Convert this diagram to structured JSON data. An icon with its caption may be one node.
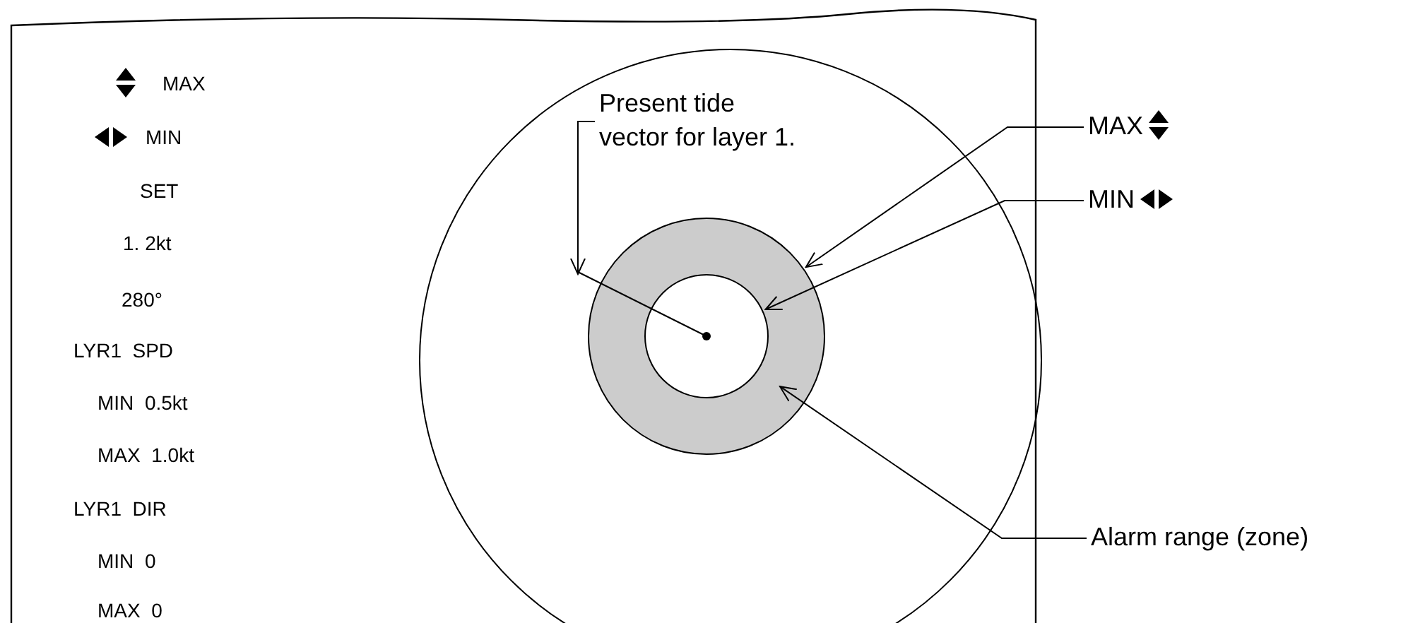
{
  "diagram": {
    "nodes": [
      {
        "text": [
          "Present tide vector for layer 1."
        ]
      },
      {
        "text": [
          "MAX"
        ]
      },
      {
        "text": [
          "MIN"
        ]
      },
      {
        "text": [
          "Alarm range (zone)"
        ]
      },
      {
        "text": [],
        "shape": "circle"
      },
      {
        "text": [],
        "shape": "circle",
        "in": 4
      },
      {
        "text": [],
        "shape": "line"
      }
    ],
    "edges": [
      {
        "from": 0,
        "to": 6,
        "arrow": "to"
      },
      {
        "from": 1,
        "to": 4,
        "arrow": "to"
      },
      {
        "from": 2,
        "to": 5,
        "arrow": "to"
      },
      {
        "from": 3,
        "to": 4,
        "arrow": "to"
      }
    ],
    "labels": [
      "MAX",
      "MIN",
      "SET",
      "1. 2kt",
      "280°",
      "LYR1  SPD",
      "MIN  0.5kt",
      "MAX  1.0kt",
      "LYR1  DIR",
      "MIN  0",
      "MAX  0"
    ]
  }
}
